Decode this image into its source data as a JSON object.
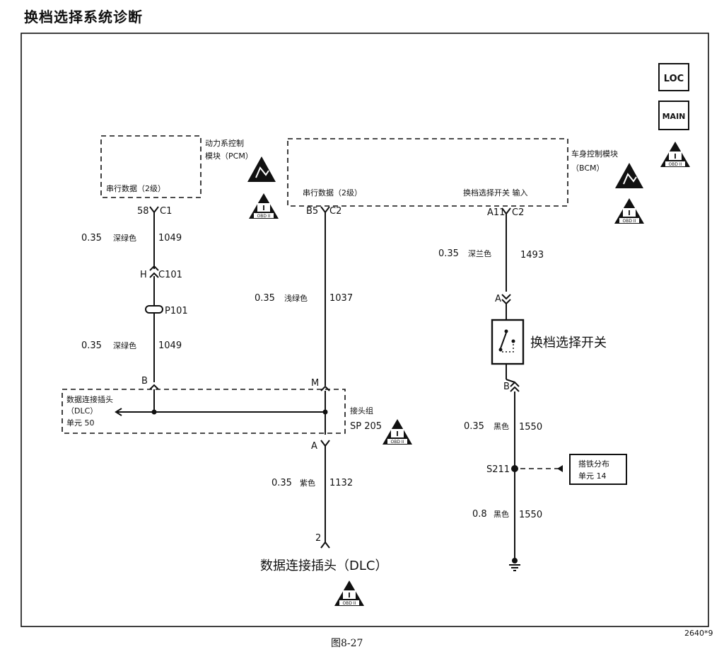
{
  "title": "换档选择系统诊断",
  "caption": "图8-27",
  "code": "2640*9",
  "badges": {
    "loc": "LOC",
    "main": "MAIN",
    "obd": "OBD II"
  },
  "pcm": {
    "label_line1": "动力系控制",
    "label_line2": "模块（PCM）",
    "serial": "串行数据（2级）",
    "pin": "58",
    "conn": "C1"
  },
  "bcm": {
    "label_line1": "车身控制模块",
    "label_line2": "（BCM）",
    "serial": "串行数据（2级）",
    "switch_input": "换档选择开关  输入",
    "pin_left": "B5",
    "conn_left": "C2",
    "pin_right": "A11",
    "conn_right": "C2"
  },
  "wires": {
    "w1049a": {
      "size": "0.35",
      "color": "深绿色",
      "circuit": "1049"
    },
    "w1049b": {
      "size": "0.35",
      "color": "深绿色",
      "circuit": "1049"
    },
    "w1037": {
      "size": "0.35",
      "color": "浅绿色",
      "circuit": "1037"
    },
    "w1132": {
      "size": "0.35",
      "color": "紫色",
      "circuit": "1132"
    },
    "w1493": {
      "size": "0.35",
      "color": "深兰色",
      "circuit": "1493"
    },
    "w1550a": {
      "size": "0.35",
      "color": "黑色",
      "circuit": "1550"
    },
    "w1550b": {
      "size": "0.8",
      "color": "黑色",
      "circuit": "1550"
    }
  },
  "connectors": {
    "c101_pin": "H",
    "c101": "C101",
    "p101": "P101",
    "pin_b_left": "B",
    "pin_m": "M",
    "pin_a_bottom": "A",
    "pin_a_switch": "A",
    "pin_b_switch": "B",
    "pin_2": "2"
  },
  "dlc_box": {
    "line1": "数据连接插头",
    "line2": "（DLC）",
    "line3": "单元 50"
  },
  "splice": {
    "line1": "接头组",
    "line2": "SP 205"
  },
  "switch_label": "换档选择开关",
  "s211": "S211",
  "ground_dist": {
    "line1": "搭铁分布",
    "line2": "单元 14"
  },
  "dlc_bottom": "数据连接插头（DLC）"
}
